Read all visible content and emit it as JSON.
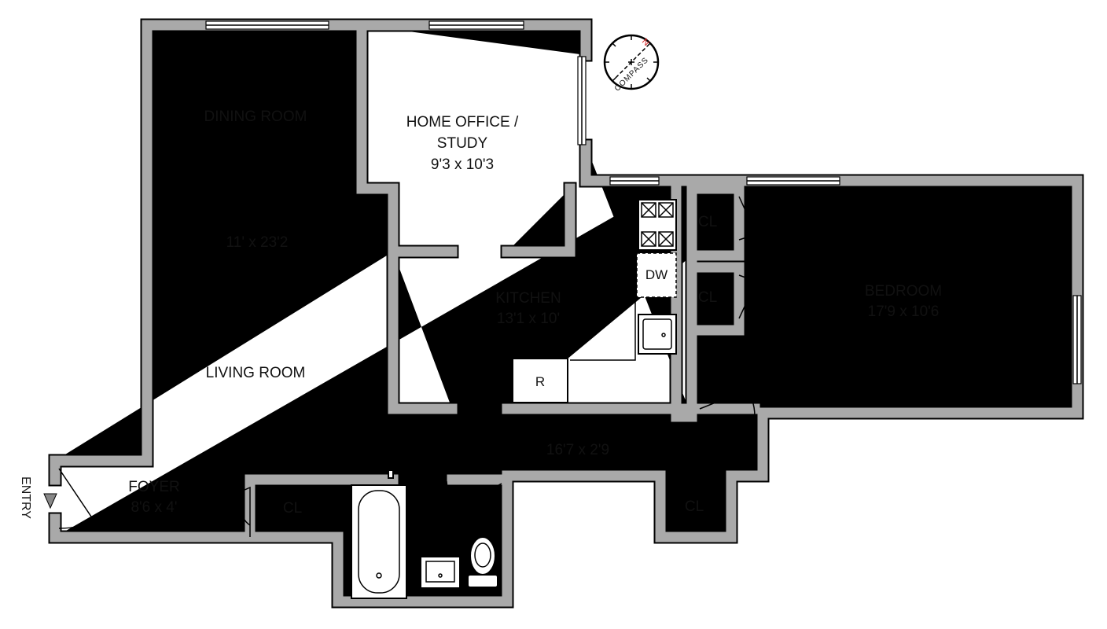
{
  "rooms": {
    "dining": {
      "name": "DINING ROOM"
    },
    "living_dims": "11' x 23'2",
    "living": {
      "name": "LIVING ROOM"
    },
    "office": {
      "name": "HOME OFFICE /",
      "name2": "STUDY",
      "dims": "9'3 x 10'3"
    },
    "kitchen": {
      "name": "KITCHEN",
      "dims": "13'1 x 10'"
    },
    "bedroom": {
      "name": "BEDROOM",
      "dims": "17'9 x 10'6"
    },
    "hall": {
      "dims": "16'7 x 2'9"
    },
    "foyer": {
      "name": "FOYER",
      "dims": "8'6 x 4'"
    },
    "closets": [
      "CL",
      "CL",
      "CL",
      "CL"
    ],
    "fridge": "R",
    "dishwasher": "DW"
  },
  "entry_label": "ENTRY",
  "compass": {
    "north_label": "N",
    "text": "COMPASS",
    "north_color": "#d42020"
  },
  "colors": {
    "wall": "#a9a9a9",
    "outline": "#000000"
  }
}
